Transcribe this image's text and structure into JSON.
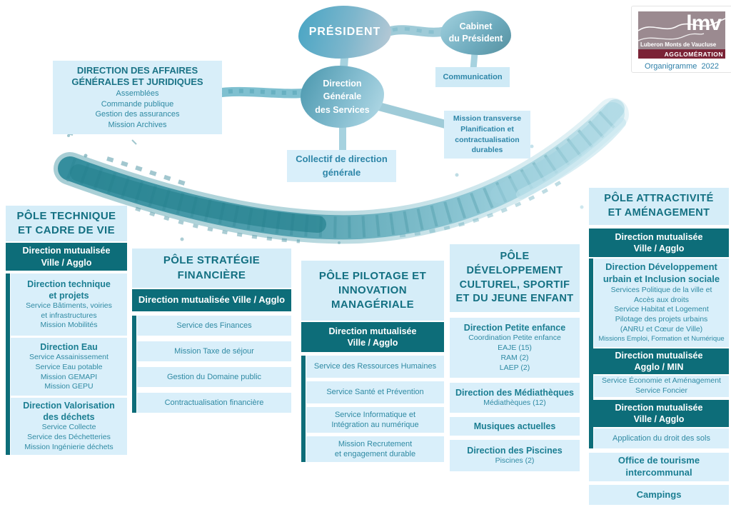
{
  "top": {
    "president": "PRÉSIDENT",
    "cabinet": "Cabinet\ndu Président",
    "dgs": "Direction\nGénérale\ndes Services",
    "communication": "Communication",
    "dagj": {
      "title": "DIRECTION DES AFFAIRES\nGÉNÉRALES ET JURIDIQUES",
      "items": [
        "Assemblées",
        "Commande publique",
        "Gestion des assurances",
        "Mission Archives"
      ]
    },
    "mission_transverse": "Mission transverse\nPlanification et\ncontractualisation\ndurables",
    "collectif": "Collectif de direction\ngénérale"
  },
  "logo": {
    "acronym": "lmv",
    "name": "Luberon Monts de Vaucluse",
    "banner": "AGGLOMÉRATION",
    "caption": "Organigramme  2022"
  },
  "colors": {
    "dark_teal": "#0d6d79",
    "light_blue": "#d9effa",
    "header_blue": "#d5edf8",
    "teal_text": "#1b7e92",
    "banner_maroon": "#7b2336",
    "logo_gray": "#9b8a90"
  },
  "poles": [
    {
      "title": "PÔLE TECHNIQUE\nET CADRE DE VIE",
      "blocks": [
        {
          "type": "dark",
          "title": "Direction mutualisée\nVille / Agglo"
        },
        {
          "type": "light",
          "title": "Direction technique\net projets",
          "items": [
            "Service Bâtiments, voiries\net infrastructures",
            "Mission Mobilités"
          ]
        },
        {
          "type": "light",
          "title": "Direction Eau",
          "items": [
            "Service Assainissement",
            "Service Eau potable",
            "Mission GEMAPI",
            "Mission GEPU"
          ]
        },
        {
          "type": "light",
          "title": "Direction Valorisation\ndes déchets",
          "items": [
            "Service Collecte",
            "Service des Déchetteries",
            "Mission Ingénierie déchets"
          ]
        }
      ]
    },
    {
      "title": "PÔLE STRATÉGIE\nFINANCIÈRE",
      "blocks": [
        {
          "type": "dark",
          "title": "Direction mutualisée Ville / Agglo"
        },
        {
          "type": "light",
          "label": "Service des Finances"
        },
        {
          "type": "light",
          "label": "Mission Taxe de séjour"
        },
        {
          "type": "light",
          "label": "Gestion du Domaine public"
        },
        {
          "type": "light",
          "label": "Contractualisation financière"
        }
      ]
    },
    {
      "title": "PÔLE PILOTAGE ET\nINNOVATION\nMANAGÉRIALE",
      "blocks": [
        {
          "type": "dark",
          "title": "Direction mutualisée\nVille / Agglo"
        },
        {
          "type": "light",
          "label": "Service des Ressources Humaines"
        },
        {
          "type": "light",
          "label": "Service Santé et Prévention"
        },
        {
          "type": "light",
          "label": "Service Informatique et\nIntégration au numérique"
        },
        {
          "type": "light",
          "label": "Mission Recrutement\net engagement durable"
        }
      ]
    },
    {
      "title": "PÔLE\nDÉVELOPPEMENT\nCULTUREL, SPORTIF\nET DU JEUNE ENFANT",
      "blocks": [
        {
          "type": "light",
          "title": "Direction Petite enfance",
          "items": [
            "Coordination Petite enfance",
            "EAJE (15)",
            "RAM (2)",
            "LAEP (2)"
          ]
        },
        {
          "type": "light",
          "title": "Direction des Médiathèques",
          "items": [
            "Médiathèques (12)"
          ]
        },
        {
          "type": "light",
          "title": "Musiques actuelles"
        },
        {
          "type": "light",
          "title": "Direction des Piscines",
          "items": [
            "Piscines (2)"
          ]
        }
      ]
    },
    {
      "title": "PÔLE ATTRACTIVITÉ\nET AMÉNAGEMENT",
      "blocks": [
        {
          "type": "dark",
          "title": "Direction mutualisée\nVille / Agglo"
        },
        {
          "type": "light",
          "title": "Direction Développement\nurbain et Inclusion sociale",
          "items": [
            "Services Politique de la ville et\nAccès aux droits",
            "Service Habitat et Logement",
            "Pilotage des projets urbains\n(ANRU et Cœur de Ville)",
            "Missions Emploi, Formation et Numérique"
          ]
        },
        {
          "type": "dark",
          "title": "Direction mutualisée\nAgglo / MIN"
        },
        {
          "type": "light",
          "items": [
            "Service Économie et Aménagement",
            "Service Foncier"
          ]
        },
        {
          "type": "dark",
          "title": "Direction mutualisée\nVille / Agglo"
        },
        {
          "type": "light",
          "label": "Application du droit des sols"
        },
        {
          "type": "light",
          "title": "Office de tourisme\nintercommunal"
        },
        {
          "type": "light",
          "title": "Campings"
        }
      ]
    }
  ]
}
